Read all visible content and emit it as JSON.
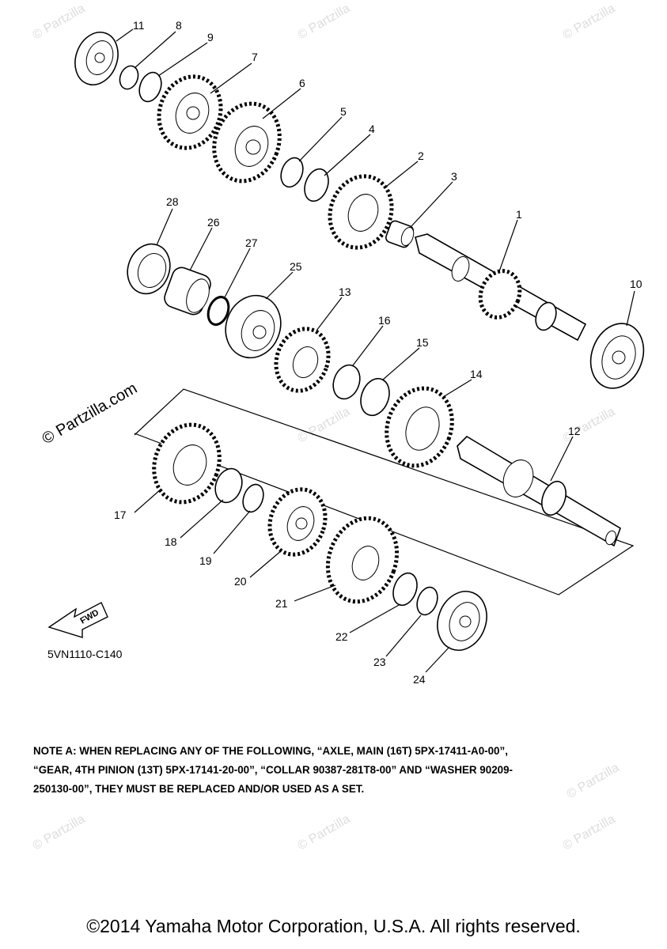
{
  "watermark": "© Partzilla",
  "brand_watermark": "© Partzilla.com",
  "diagram_code": "5VN1110-C140",
  "fwd_label": "FWD",
  "callouts": [
    {
      "id": "c1",
      "label": "1"
    },
    {
      "id": "c2",
      "label": "2"
    },
    {
      "id": "c3",
      "label": "3"
    },
    {
      "id": "c4",
      "label": "4"
    },
    {
      "id": "c5",
      "label": "5"
    },
    {
      "id": "c6",
      "label": "6"
    },
    {
      "id": "c7",
      "label": "7"
    },
    {
      "id": "c8",
      "label": "8"
    },
    {
      "id": "c9",
      "label": "9"
    },
    {
      "id": "c10",
      "label": "10"
    },
    {
      "id": "c11",
      "label": "11"
    },
    {
      "id": "c12",
      "label": "12"
    },
    {
      "id": "c13",
      "label": "13"
    },
    {
      "id": "c14",
      "label": "14"
    },
    {
      "id": "c15",
      "label": "15"
    },
    {
      "id": "c16",
      "label": "16"
    },
    {
      "id": "c17",
      "label": "17"
    },
    {
      "id": "c18",
      "label": "18"
    },
    {
      "id": "c19",
      "label": "19"
    },
    {
      "id": "c20",
      "label": "20"
    },
    {
      "id": "c21",
      "label": "21"
    },
    {
      "id": "c22",
      "label": "22"
    },
    {
      "id": "c23",
      "label": "23"
    },
    {
      "id": "c24",
      "label": "24"
    },
    {
      "id": "c25",
      "label": "25"
    },
    {
      "id": "c26",
      "label": "26"
    },
    {
      "id": "c27",
      "label": "27"
    },
    {
      "id": "c28",
      "label": "28"
    }
  ],
  "note": {
    "line1": "NOTE A: WHEN REPLACING ANY OF THE FOLLOWING, “AXLE, MAIN (16T) 5PX-17411-A0-00”,",
    "line2": "“GEAR, 4TH PINION (13T) 5PX-17141-20-00”, “COLLAR 90387-281T8-00” AND “WASHER 90209-",
    "line3": "250130-00”,  THEY MUST BE REPLACED AND/OR USED AS A SET."
  },
  "copyright": "©2014 Yamaha Motor Corporation, U.S.A. All rights reserved."
}
